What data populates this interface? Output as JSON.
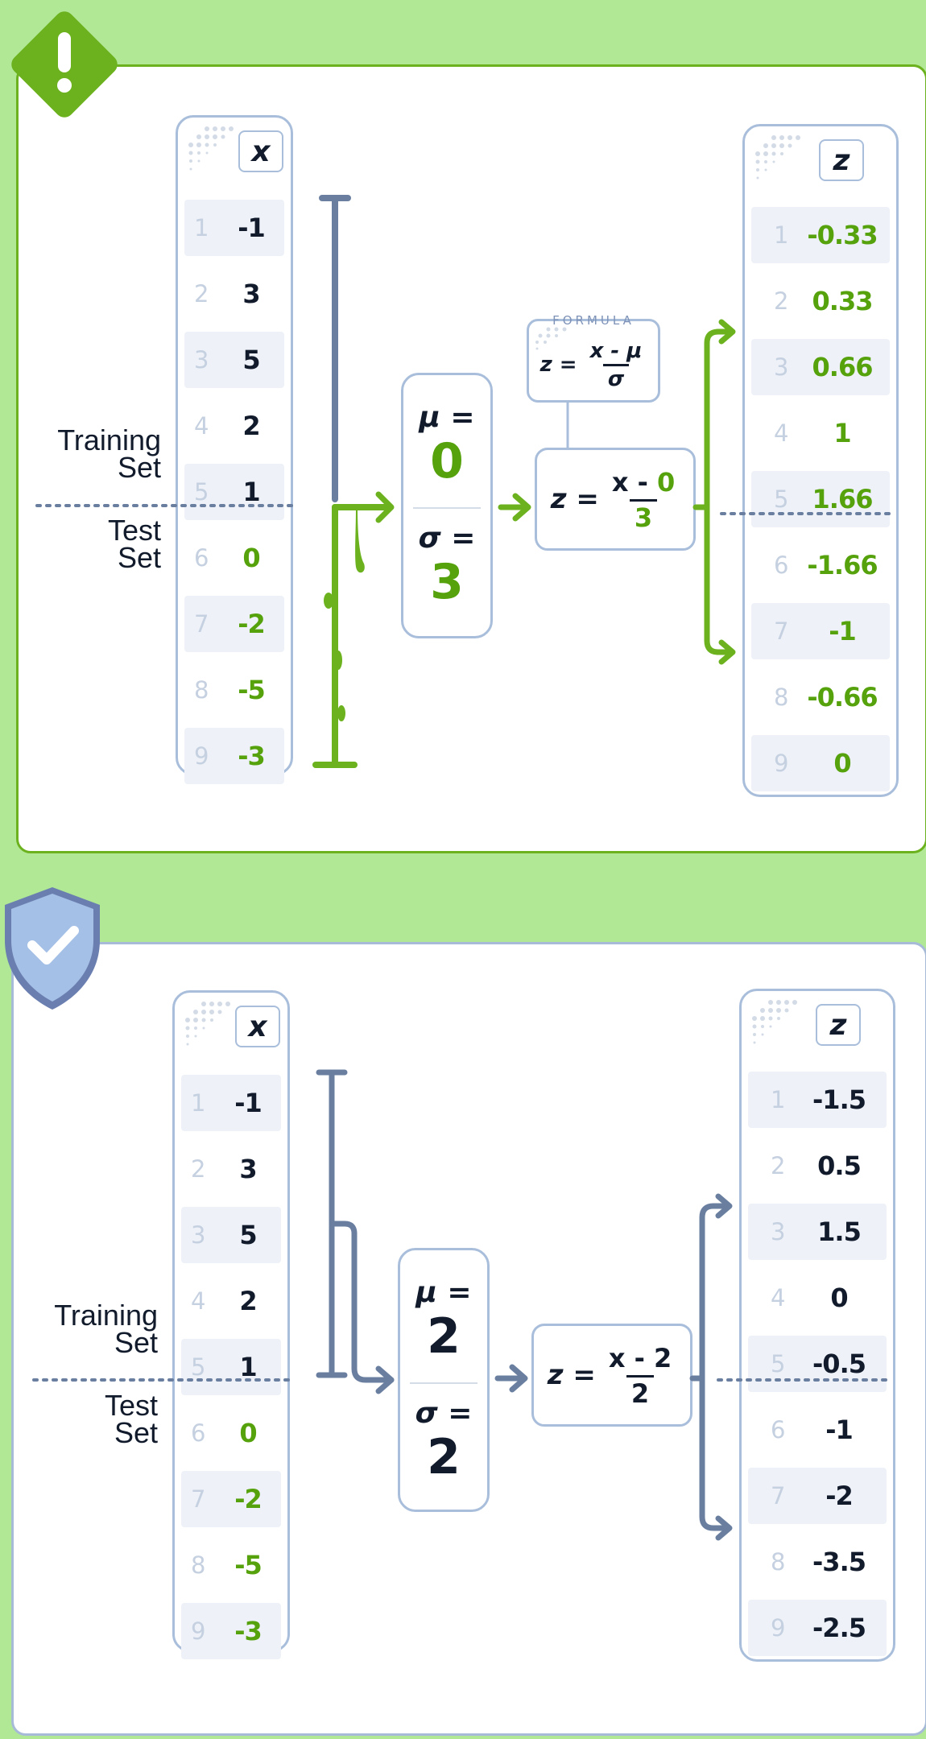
{
  "colors": {
    "green": "#56a20d",
    "slate": "#6a7fa0",
    "ink": "#111b2c",
    "border": "#a9bedb"
  },
  "top_panel": {
    "badge_icon": "warning-exclamation-icon",
    "badge_text": "!",
    "input_header": "x",
    "output_header": "z",
    "training_label_line1": "Training",
    "training_label_line2": "Set",
    "test_label_line1": "Test",
    "test_label_line2": "Set",
    "rows": [
      {
        "i": "1",
        "x": "-1",
        "z": "-0.33"
      },
      {
        "i": "2",
        "x": "3",
        "z": "0.33"
      },
      {
        "i": "3",
        "x": "5",
        "z": "0.66"
      },
      {
        "i": "4",
        "x": "2",
        "z": "1"
      },
      {
        "i": "5",
        "x": "1",
        "z": "1.66"
      },
      {
        "i": "6",
        "x": "0",
        "z": "-1.66"
      },
      {
        "i": "7",
        "x": "-2",
        "z": "-1"
      },
      {
        "i": "8",
        "x": "-5",
        "z": "-0.66"
      },
      {
        "i": "9",
        "x": "-3",
        "z": "0"
      }
    ],
    "mu_label": "μ =",
    "mu_value": "0",
    "sigma_label": "σ =",
    "sigma_value": "3",
    "note_title": "FORMULA",
    "note_lhs": "z =",
    "note_num": "x - μ",
    "note_den": "σ",
    "formula_lhs": "z =",
    "formula_num_x": "x -",
    "formula_num_mu": "0",
    "formula_den": "3"
  },
  "bottom_panel": {
    "badge_icon": "shield-check-icon",
    "input_header": "x",
    "output_header": "z",
    "training_label_line1": "Training",
    "training_label_line2": "Set",
    "test_label_line1": "Test",
    "test_label_line2": "Set",
    "rows": [
      {
        "i": "1",
        "x": "-1",
        "z": "-1.5"
      },
      {
        "i": "2",
        "x": "3",
        "z": "0.5"
      },
      {
        "i": "3",
        "x": "5",
        "z": "1.5"
      },
      {
        "i": "4",
        "x": "2",
        "z": "0"
      },
      {
        "i": "5",
        "x": "1",
        "z": "-0.5"
      },
      {
        "i": "6",
        "x": "0",
        "z": "-1"
      },
      {
        "i": "7",
        "x": "-2",
        "z": "-2"
      },
      {
        "i": "8",
        "x": "-5",
        "z": "-3.5"
      },
      {
        "i": "9",
        "x": "-3",
        "z": "-2.5"
      }
    ],
    "mu_label": "μ =",
    "mu_value": "2",
    "sigma_label": "σ =",
    "sigma_value": "2",
    "formula_lhs": "z =",
    "formula_num_x": "x -",
    "formula_num_mu": "2",
    "formula_den": "2"
  }
}
